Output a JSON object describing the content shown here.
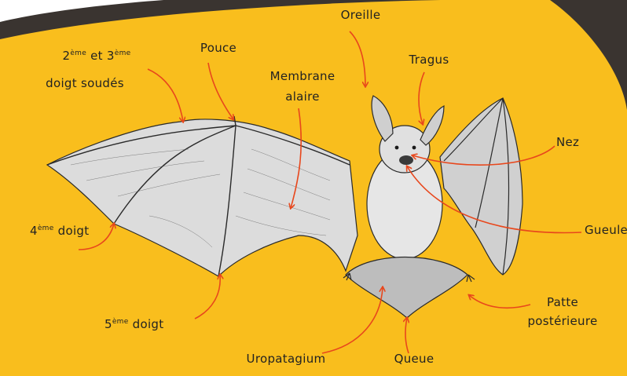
{
  "colors": {
    "background": "#F9BE1D",
    "outer_dark": "#3A3430",
    "arrow": "#E8471C",
    "ink": "#222222"
  },
  "labels": {
    "doigt23": {
      "n1": "2",
      "sup1": "ème",
      "mid": " et ",
      "n2": "3",
      "sup2": "ème",
      "line2": "doigt soudés"
    },
    "pouce": "Pouce",
    "oreille": "Oreille",
    "membrane": {
      "line1": "Membrane",
      "line2": "alaire"
    },
    "tragus": "Tragus",
    "nez": "Nez",
    "doigt4": {
      "n": "4",
      "sup": "ème",
      "text": " doigt"
    },
    "gueule": "Gueule",
    "doigt5": {
      "n": "5",
      "sup": "ème",
      "text": " doigt"
    },
    "patte": {
      "line1": "Patte",
      "line2": "postérieure"
    },
    "uropatagium": "Uropatagium",
    "queue": "Queue"
  }
}
